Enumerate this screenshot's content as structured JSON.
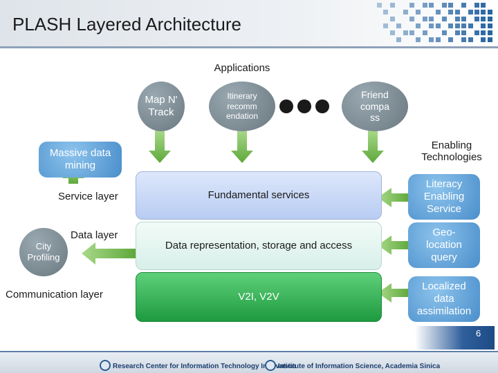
{
  "slide": {
    "title": "PLASH Layered Architecture",
    "page_number": "6"
  },
  "applications": {
    "heading": "Applications",
    "items": [
      "Map N' Track",
      "Itinerary recomm endation",
      "Friend compa ss"
    ]
  },
  "left": {
    "massive_data_mining": "Massive data mining",
    "service_layer": "Service layer",
    "data_layer": "Data layer",
    "city_profiling": "City Profiling",
    "communication_layer": "Communication layer"
  },
  "layers": {
    "fundamental": "Fundamental services",
    "data": "Data representation, storage and access",
    "v2i": "V2I, V2V"
  },
  "right": {
    "enabling_technologies": "Enabling Technologies",
    "literacy": "Literacy Enabling Service",
    "geolocation": "Geo- location query",
    "localized": "Localized data assimilation"
  },
  "footer": {
    "left_org": "Research Center for Information Technology Innovation",
    "right_org": "Institute of Information Science, Academia Sinica"
  },
  "colors": {
    "arrow_green": "#7ec257",
    "circle_gray": "#7b8a93",
    "bubble_blue": "#5ea1d8",
    "layer_blue": "#c9d8f5",
    "layer_light": "#e5f4f1",
    "layer_green": "#2eaa4e"
  }
}
